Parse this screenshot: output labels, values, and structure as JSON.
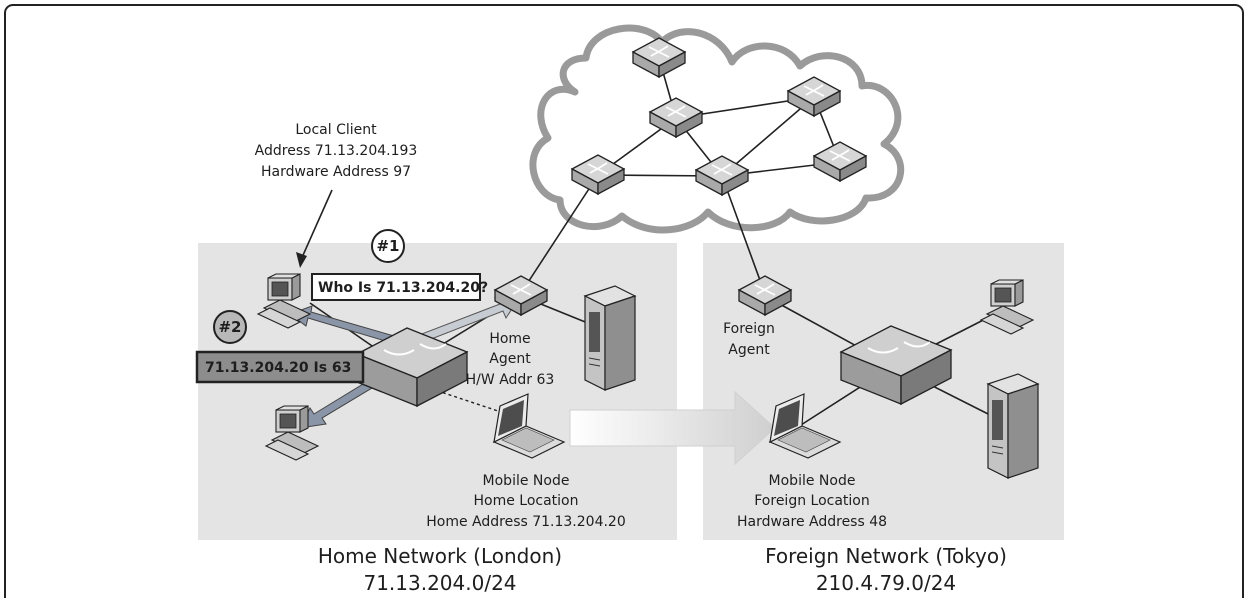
{
  "local_client": {
    "line1": "Local Client",
    "line2": "Address 71.13.204.193",
    "line3": "Hardware Address 97"
  },
  "steps": {
    "step1": "#1",
    "step2": "#2"
  },
  "messages": {
    "arp_request": "Who Is 71.13.204.20?",
    "arp_reply": "71.13.204.20 Is 63"
  },
  "home_agent": {
    "line1": "Home",
    "line2": "Agent",
    "line3": "H/W Addr 63"
  },
  "foreign_agent": {
    "line1": "Foreign",
    "line2": "Agent"
  },
  "mobile_home": {
    "line1": "Mobile Node",
    "line2": "Home Location",
    "line3": "Home Address 71.13.204.20"
  },
  "mobile_foreign": {
    "line1": "Mobile Node",
    "line2": "Foreign Location",
    "line3": "Hardware Address 48"
  },
  "home_network": {
    "name": "Home Network (London)",
    "subnet": "71.13.204.0/24"
  },
  "foreign_network": {
    "name": "Foreign Network (Tokyo)",
    "subnet": "210.4.79.0/24"
  }
}
